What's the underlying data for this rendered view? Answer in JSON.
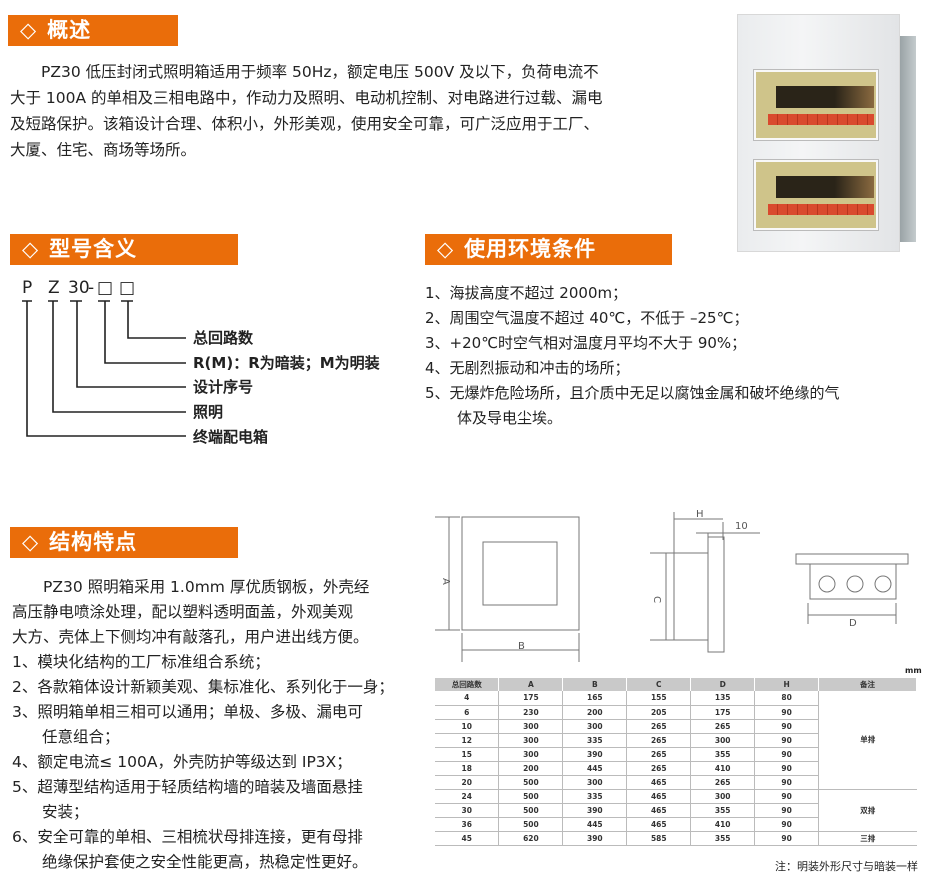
{
  "sections": {
    "overview": {
      "title": "概述",
      "lines": [
        "PZ30 低压封闭式照明箱适用于频率 50Hz，额定电压 500V 及以下，负荷电流不",
        "大于 100A 的单相及三相电路中，作动力及照明、电动机控制、对电路进行过载、漏电",
        "及短路保护。该箱设计合理、体积小，外形美观，使用安全可靠，可广泛应用于工厂、",
        "大厦、住宅、商场等场所。"
      ]
    },
    "model": {
      "title": "型号含义",
      "code": {
        "p": "P",
        "z": "Z",
        "n": "30",
        "dash": "-",
        "box1": "□",
        "box2": "□"
      },
      "labels": [
        "总回路数",
        "R(M)：R为暗装；M为明装",
        "设计序号",
        "照明",
        "终端配电箱"
      ]
    },
    "environment": {
      "title": "使用环境条件",
      "items": [
        "1、海拔高度不超过 2000m；",
        "2、周围空气温度不超过 40℃，不低于 –25℃；",
        "3、+20℃时空气相对温度月平均不大于 90%；",
        "4、无剧烈振动和冲击的场所；",
        "5、无爆炸危险场所，且介质中无足以腐蚀金属和破坏绝缘的气"
      ],
      "item5_cont": "体及导电尘埃。"
    },
    "structure": {
      "title": "结构特点",
      "lines": [
        "PZ30 照明箱采用 1.0mm 厚优质钢板，外壳经",
        "高压静电喷涂处理，配以塑料透明面盖，外观美观",
        "大方、壳体上下侧均冲有敲落孔，用户进出线方便。",
        "1、模块化结构的工厂标准组合系统；",
        "2、各款箱体设计新颖美观、集标准化、系列化于一身；",
        "3、照明箱单相三相可以通用；单极、多极、漏电可",
        "任意组合；",
        "4、额定电流≤ 100A，外壳防护等级达到 IP3X；",
        "5、超薄型结构适用于轻质结构墙的暗装及墙面悬挂",
        "安装；",
        "6、安全可靠的单相、三相梳状母排连接，更有母排",
        "绝缘保护套使之安全性能更高，热稳定性更好。"
      ]
    }
  },
  "diagram_labels": {
    "a": "A",
    "b": "B",
    "c": "C",
    "d": "D",
    "h": "H",
    "ten": "10"
  },
  "table": {
    "unit": "mm",
    "headers": [
      "总回路数",
      "A",
      "B",
      "C",
      "D",
      "H",
      "备注"
    ],
    "rows": [
      [
        "4",
        "175",
        "165",
        "155",
        "135",
        "80"
      ],
      [
        "6",
        "230",
        "200",
        "205",
        "175",
        "90"
      ],
      [
        "10",
        "300",
        "300",
        "265",
        "265",
        "90"
      ],
      [
        "12",
        "300",
        "335",
        "265",
        "300",
        "90"
      ],
      [
        "15",
        "300",
        "390",
        "265",
        "355",
        "90"
      ],
      [
        "18",
        "200",
        "445",
        "265",
        "410",
        "90"
      ],
      [
        "20",
        "500",
        "300",
        "465",
        "265",
        "90"
      ],
      [
        "24",
        "500",
        "335",
        "465",
        "300",
        "90"
      ],
      [
        "30",
        "500",
        "390",
        "465",
        "355",
        "90"
      ],
      [
        "36",
        "500",
        "445",
        "465",
        "410",
        "90"
      ],
      [
        "45",
        "620",
        "390",
        "585",
        "355",
        "90"
      ]
    ],
    "remarks": [
      {
        "label": "单排",
        "span": 7
      },
      {
        "label": "双排",
        "span": 3
      },
      {
        "label": "三排",
        "span": 1
      }
    ],
    "note": "注：明装外形尺寸与暗装一样"
  },
  "colors": {
    "accent": "#ea6d0a"
  }
}
